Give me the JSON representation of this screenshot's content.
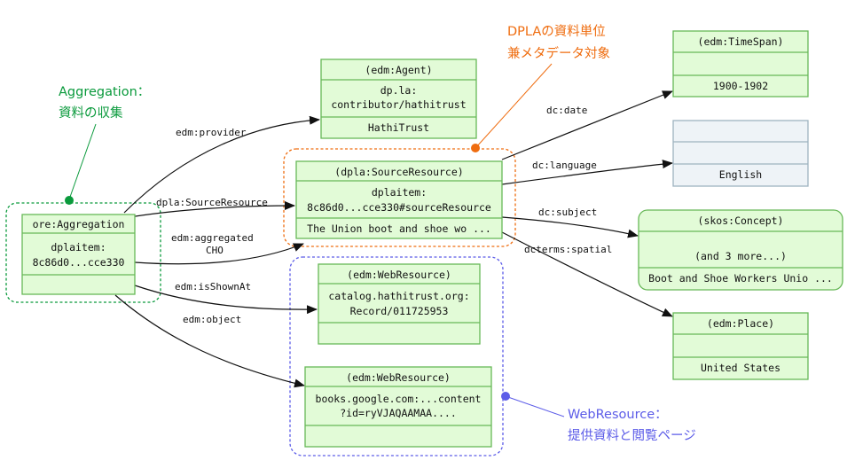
{
  "colors": {
    "node_fill": "#e2fbd7",
    "node_stroke": "#67b857",
    "node_gray_fill": "#eef3f7",
    "node_gray_stroke": "#9eb3c0",
    "edge": "#111111",
    "annot_green": "#0a9a3c",
    "annot_orange": "#ef6d10",
    "annot_blue": "#5c5ce8"
  },
  "nodes": {
    "aggregation": {
      "type": "ore:Aggregation",
      "id_line1": "dplaitem:",
      "id_line2": "8c86d0...cce330"
    },
    "agent": {
      "type": "(edm:Agent)",
      "line1": "dp.la:",
      "line2": "contributor/hathitrust",
      "value": "HathiTrust"
    },
    "source_resource": {
      "type": "(dpla:SourceResource)",
      "line1": "dplaitem:",
      "line2": "8c86d0...cce330#sourceResource",
      "value": "The Union boot and shoe wo ..."
    },
    "web_resource_1": {
      "type": "(edm:WebResource)",
      "line1": "catalog.hathitrust.org:",
      "line2": "Record/011725953"
    },
    "web_resource_2": {
      "type": "(edm:WebResource)",
      "line1": "books.google.com:...content",
      "line2": "?id=ryVJAQAAMAA...."
    },
    "timespan": {
      "type": "(edm:TimeSpan)",
      "value": "1900-1902"
    },
    "language": {
      "value": "English"
    },
    "concept": {
      "type": "(skos:Concept)",
      "more": "(and 3 more...)",
      "value": "Boot and Shoe Workers Unio ..."
    },
    "place": {
      "type": "(edm:Place)",
      "value": "United States"
    }
  },
  "edges": {
    "provider": "edm:provider",
    "source_resource": "dpla:SourceResource",
    "aggregated_line1": "edm:aggregated",
    "aggregated_line2": "CHO",
    "is_shown_at": "edm:isShownAt",
    "object": "edm:object",
    "date": "dc:date",
    "language": "dc:language",
    "subject": "dc:subject",
    "spatial": "dcterms:spatial"
  },
  "annotations": {
    "aggregation_line1": "Aggregation：",
    "aggregation_line2": "資料の収集",
    "dpla_line1": "DPLAの資料単位",
    "dpla_line2": "兼メタデータ対象",
    "web_line1": "WebResource：",
    "web_line2": "提供資料と閲覧ページ"
  }
}
